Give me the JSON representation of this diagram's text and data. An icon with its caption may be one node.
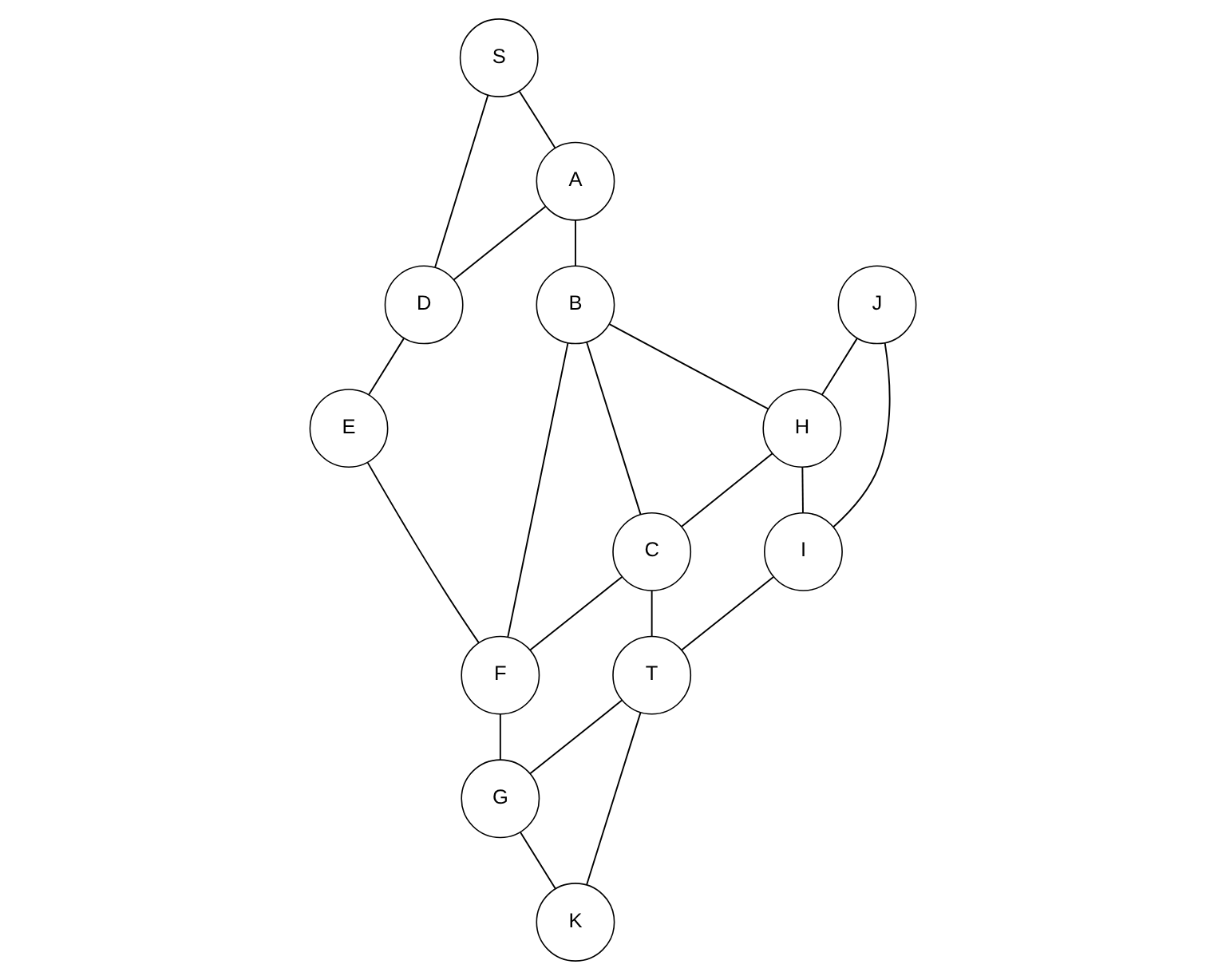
{
  "diagram": {
    "nodes": [
      {
        "text": [
          "S"
        ]
      },
      {
        "text": [
          "A"
        ]
      },
      {
        "text": [
          "D"
        ]
      },
      {
        "text": [
          "E"
        ]
      },
      {
        "text": [
          "B"
        ]
      },
      {
        "text": [
          "F"
        ]
      },
      {
        "text": [
          "H"
        ]
      },
      {
        "text": [
          "C"
        ]
      },
      {
        "text": [
          "G"
        ]
      },
      {
        "text": [
          "J"
        ]
      },
      {
        "text": [
          "I"
        ]
      },
      {
        "text": [
          "T"
        ]
      },
      {
        "text": [
          "K"
        ]
      }
    ],
    "edges": [
      {
        "from": 0,
        "to": 1,
        "arrow": "none"
      },
      {
        "from": 0,
        "to": 2,
        "arrow": "none"
      },
      {
        "from": 1,
        "to": 2,
        "arrow": "none"
      },
      {
        "from": 2,
        "to": 3,
        "arrow": "none"
      },
      {
        "from": 1,
        "to": 4,
        "arrow": "none"
      },
      {
        "from": 3,
        "to": 5,
        "arrow": "none"
      },
      {
        "from": 4,
        "to": 5,
        "arrow": "none"
      },
      {
        "from": 4,
        "to": 6,
        "arrow": "none"
      },
      {
        "from": 4,
        "to": 7,
        "arrow": "none"
      },
      {
        "from": 6,
        "to": 7,
        "arrow": "none"
      },
      {
        "from": 7,
        "to": 5,
        "arrow": "none"
      },
      {
        "from": 5,
        "to": 8,
        "arrow": "none"
      },
      {
        "from": 9,
        "to": 6,
        "arrow": "none"
      },
      {
        "from": 6,
        "to": 10,
        "arrow": "none"
      },
      {
        "from": 9,
        "to": 10,
        "arrow": "none"
      },
      {
        "from": 7,
        "to": 11,
        "arrow": "none"
      },
      {
        "from": 10,
        "to": 11,
        "arrow": "none"
      },
      {
        "from": 11,
        "to": 8,
        "arrow": "none"
      },
      {
        "from": 11,
        "to": 12,
        "arrow": "none"
      },
      {
        "from": 8,
        "to": 12,
        "arrow": "none"
      }
    ]
  }
}
